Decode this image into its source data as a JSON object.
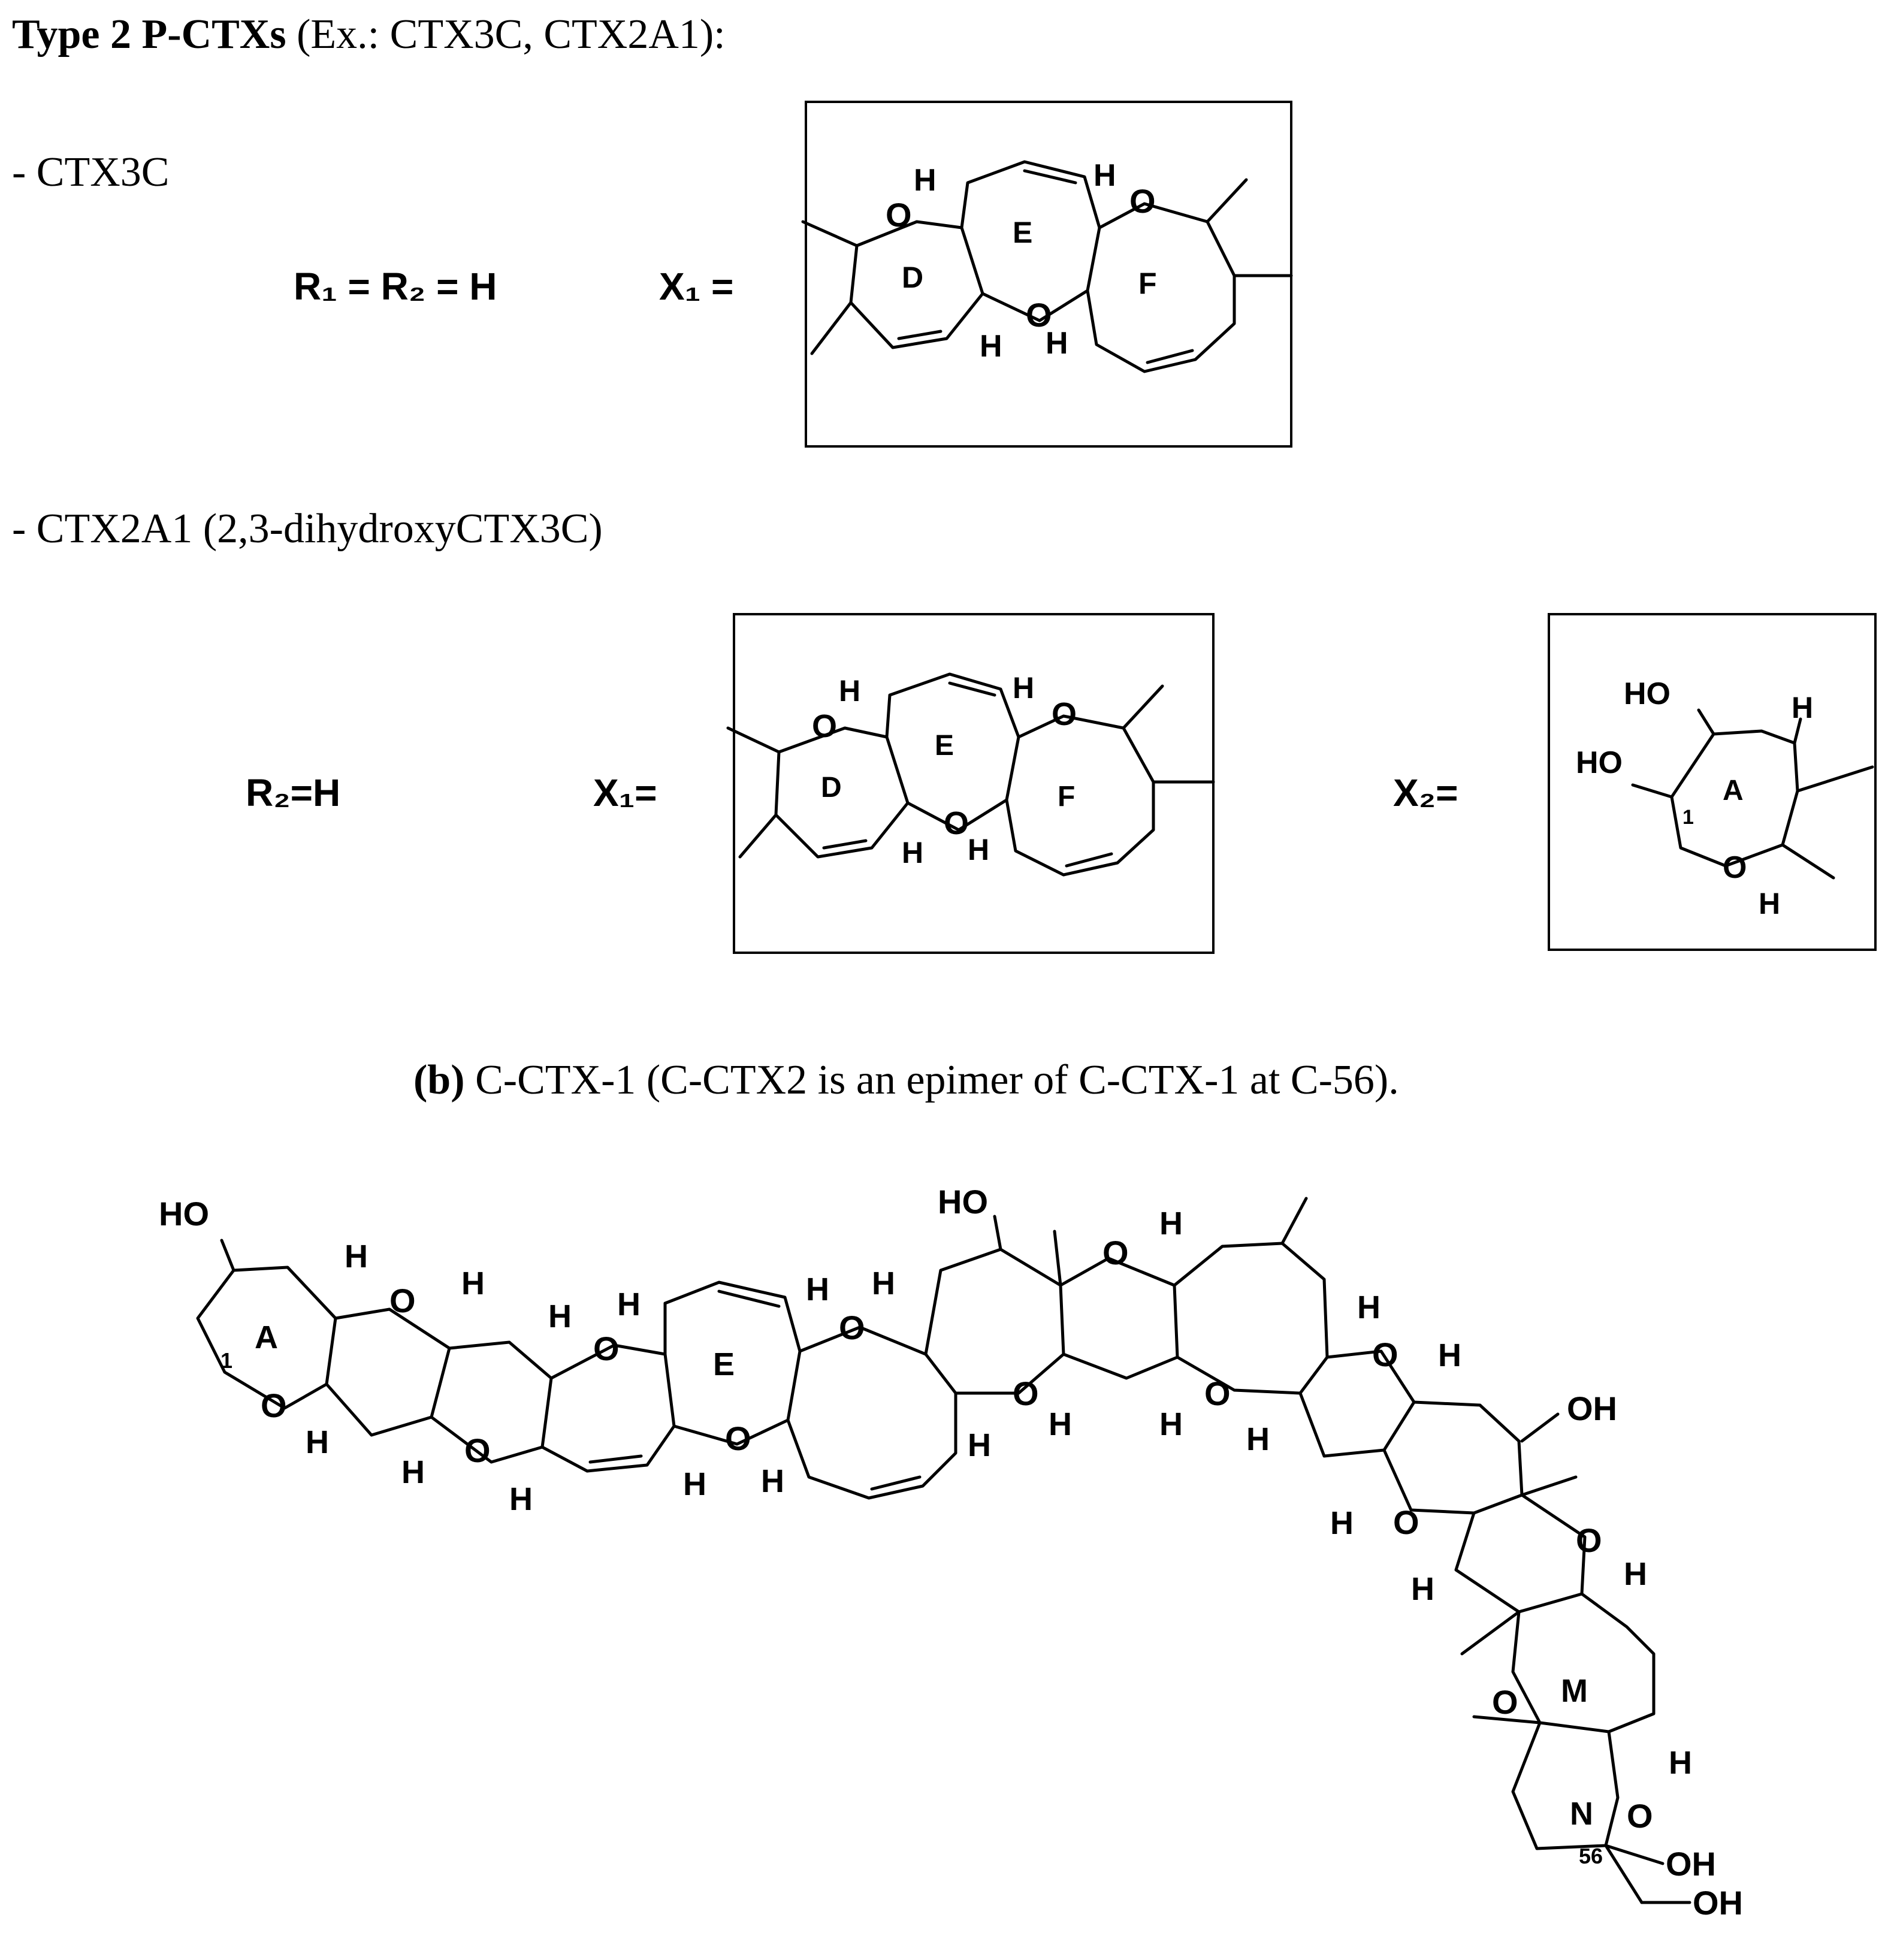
{
  "header": {
    "bold": "Type 2 P-CTXs",
    "rest": " (Ex.: CTX3C, CTX2A1):"
  },
  "ctx3c": {
    "title": "- CTX3C",
    "r_assignment": "R₁ = R₂ = H",
    "x1_label": "X₁ ="
  },
  "ctx2a1": {
    "title": "- CTX2A1 (2,3-dihydroxyCTX3C)",
    "r_assignment": "R₂=H",
    "x1_label": "X₁=",
    "x2_label": "X₂="
  },
  "part_b": {
    "bold": "(b)",
    "rest": " C-CTX-1 (C-CTX2 is an epimer of C-CTX-1 at C-56)."
  },
  "atoms": {
    "H": "H",
    "O": "O",
    "HO": "HO",
    "OH": "OH",
    "num1": "1",
    "num56": "56"
  },
  "rings": {
    "A": "A",
    "D": "D",
    "E": "E",
    "F": "F",
    "M": "M",
    "N": "N"
  }
}
